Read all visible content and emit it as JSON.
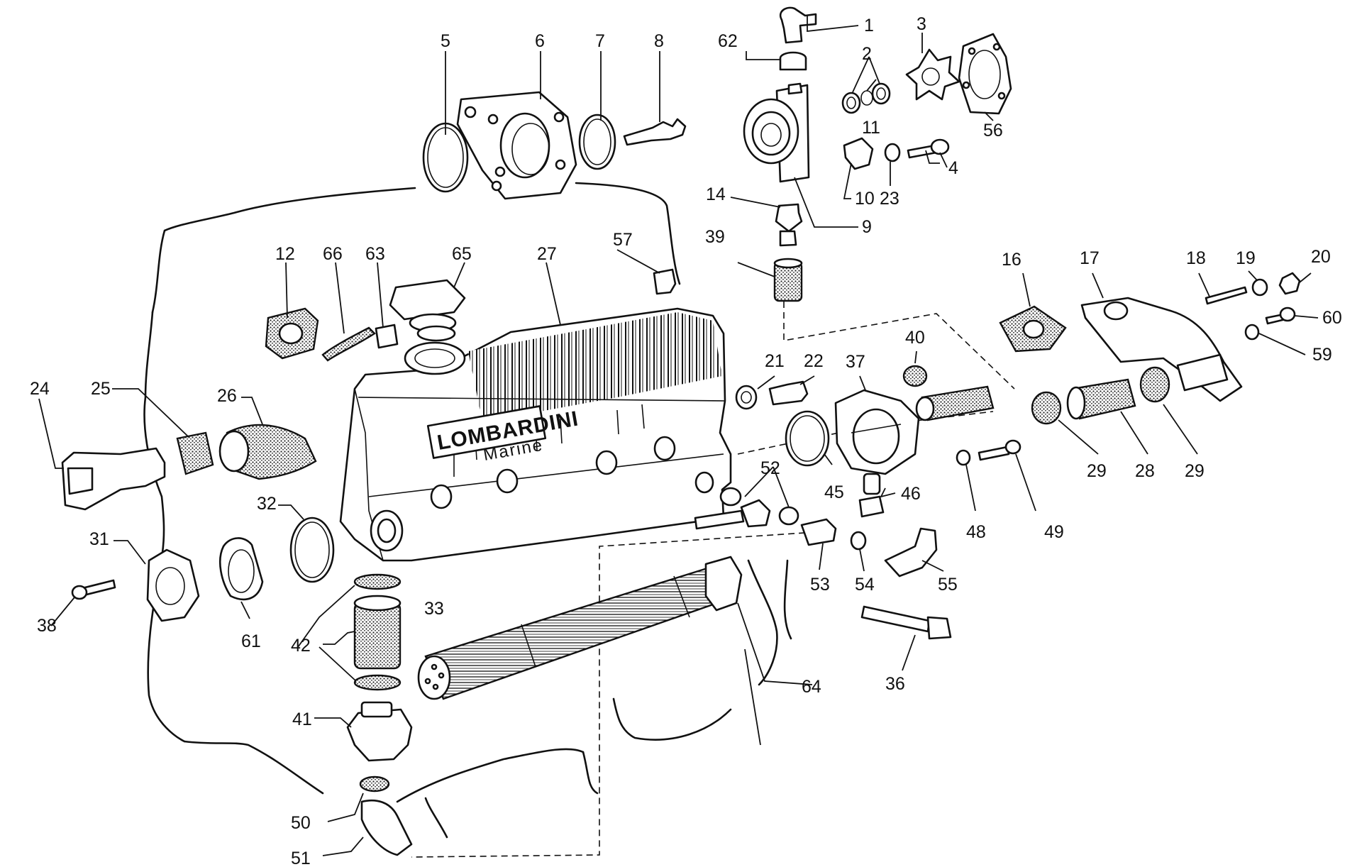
{
  "brand": {
    "name": "LOMBARDINI",
    "sub": "Marine"
  },
  "callouts": [
    {
      "id": "1",
      "text": "1"
    },
    {
      "id": "2",
      "text": "2"
    },
    {
      "id": "3",
      "text": "3"
    },
    {
      "id": "4",
      "text": "4"
    },
    {
      "id": "5",
      "text": "5"
    },
    {
      "id": "6",
      "text": "6"
    },
    {
      "id": "7",
      "text": "7"
    },
    {
      "id": "8",
      "text": "8"
    },
    {
      "id": "9",
      "text": "9"
    },
    {
      "id": "10",
      "text": "10"
    },
    {
      "id": "11",
      "text": "11"
    },
    {
      "id": "12",
      "text": "12"
    },
    {
      "id": "14",
      "text": "14"
    },
    {
      "id": "16",
      "text": "16"
    },
    {
      "id": "17",
      "text": "17"
    },
    {
      "id": "18",
      "text": "18"
    },
    {
      "id": "19",
      "text": "19"
    },
    {
      "id": "20",
      "text": "20"
    },
    {
      "id": "21",
      "text": "21"
    },
    {
      "id": "22",
      "text": "22"
    },
    {
      "id": "23",
      "text": "23"
    },
    {
      "id": "24",
      "text": "24"
    },
    {
      "id": "25",
      "text": "25"
    },
    {
      "id": "26",
      "text": "26"
    },
    {
      "id": "27",
      "text": "27"
    },
    {
      "id": "28",
      "text": "28"
    },
    {
      "id": "29a",
      "text": "29"
    },
    {
      "id": "29b",
      "text": "29"
    },
    {
      "id": "31",
      "text": "31"
    },
    {
      "id": "32",
      "text": "32"
    },
    {
      "id": "33",
      "text": "33"
    },
    {
      "id": "36",
      "text": "36"
    },
    {
      "id": "37",
      "text": "37"
    },
    {
      "id": "38",
      "text": "38"
    },
    {
      "id": "39",
      "text": "39"
    },
    {
      "id": "40",
      "text": "40"
    },
    {
      "id": "41",
      "text": "41"
    },
    {
      "id": "42",
      "text": "42"
    },
    {
      "id": "45",
      "text": "45"
    },
    {
      "id": "46",
      "text": "46"
    },
    {
      "id": "48",
      "text": "48"
    },
    {
      "id": "49",
      "text": "49"
    },
    {
      "id": "50",
      "text": "50"
    },
    {
      "id": "51",
      "text": "51"
    },
    {
      "id": "52",
      "text": "52"
    },
    {
      "id": "53",
      "text": "53"
    },
    {
      "id": "54",
      "text": "54"
    },
    {
      "id": "55",
      "text": "55"
    },
    {
      "id": "56",
      "text": "56"
    },
    {
      "id": "57",
      "text": "57"
    },
    {
      "id": "59",
      "text": "59"
    },
    {
      "id": "60",
      "text": "60"
    },
    {
      "id": "61",
      "text": "61"
    },
    {
      "id": "62",
      "text": "62"
    },
    {
      "id": "63",
      "text": "63"
    },
    {
      "id": "64",
      "text": "64"
    },
    {
      "id": "65",
      "text": "65"
    },
    {
      "id": "66",
      "text": "66"
    }
  ]
}
